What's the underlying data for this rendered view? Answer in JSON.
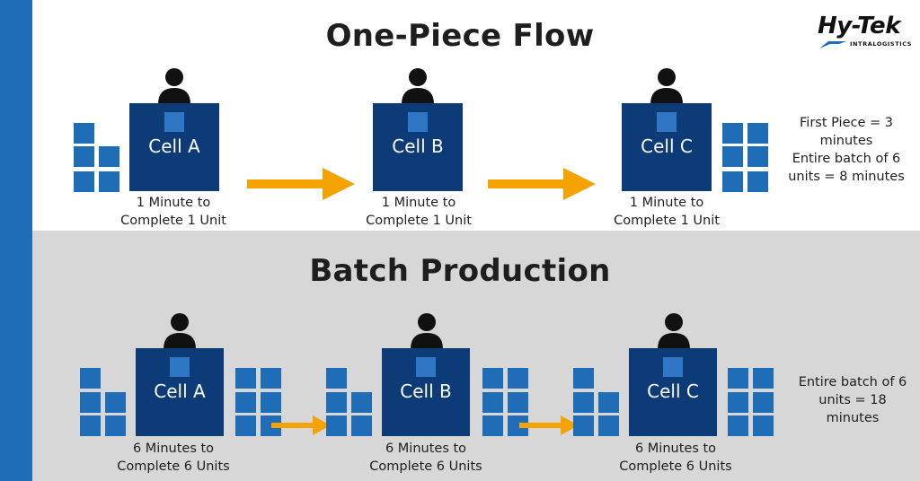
{
  "colors": {
    "cell_fill": "#0c3b78",
    "unit_fill": "#1f6db6",
    "arrow_fill": "#f5a300",
    "bottom_bg": "#d7d7d7",
    "side_bar": "#1f6db6"
  },
  "logo": {
    "text": "Hy-Tek",
    "subtext": "INTRALOGISTICS"
  },
  "one_piece": {
    "title": "One-Piece Flow",
    "cells": [
      {
        "label": "Cell A",
        "caption_line1": "1 Minute to",
        "caption_line2": "Complete 1 Unit"
      },
      {
        "label": "Cell B",
        "caption_line1": "1 Minute to",
        "caption_line2": "Complete 1 Unit"
      },
      {
        "label": "Cell C",
        "caption_line1": "1 Minute to",
        "caption_line2": "Complete 1 Unit"
      }
    ],
    "note_lines": [
      "First Piece = 3",
      "minutes",
      "Entire batch of 6",
      "units = 8 minutes"
    ]
  },
  "batch": {
    "title": "Batch Production",
    "cells": [
      {
        "label": "Cell A",
        "caption_line1": "6 Minutes to",
        "caption_line2": "Complete 6 Units"
      },
      {
        "label": "Cell B",
        "caption_line1": "6 Minutes to",
        "caption_line2": "Complete 6 Units"
      },
      {
        "label": "Cell C",
        "caption_line1": "6 Minutes to",
        "caption_line2": "Complete 6 Units"
      }
    ],
    "note_lines": [
      "Entire batch of 6",
      "units = 18",
      "minutes"
    ]
  }
}
